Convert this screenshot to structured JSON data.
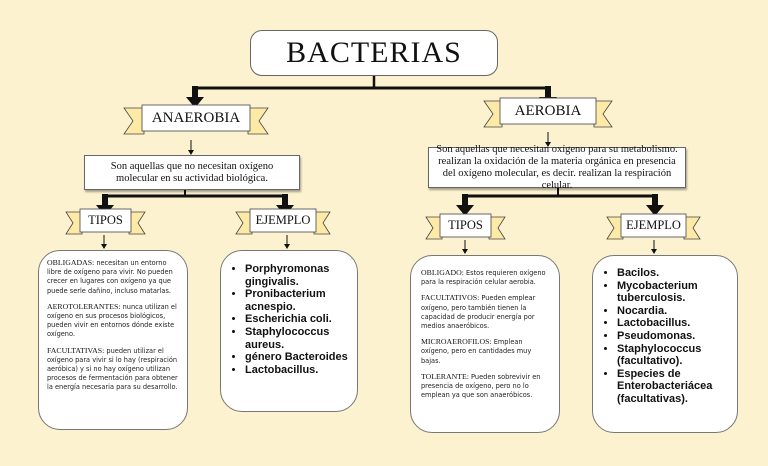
{
  "title": "BACTERIAS",
  "anaerobia": {
    "label": "ANAEROBIA",
    "description": "Son aquellas que no necesitan oxígeno molecular en su actividad biológica.",
    "tipos_label": "TIPOS",
    "ejemplo_label": "EJEMPLO",
    "tipos": [
      {
        "label": "OBLIGADAS:",
        "text": " necesitan un entorno libre de oxígeno para vivir. No pueden crecer en lugares con oxígeno ya que puede serle dañino, incluso matarlas."
      },
      {
        "label": "AEROTOLERANTES:",
        "text": " nunca utilizan el oxígeno en sus procesos biológicos, pueden vivir en entornos dónde existe oxígeno."
      },
      {
        "label": "FACULTATIVAS:",
        "text": " pueden utilizar el oxígeno para vivir si lo hay (respiración aeróbica) y si no hay oxígeno utilizan procesos de fermentación para obtener la energía necesaria para su desarrollo."
      }
    ],
    "ejemplos": [
      "Porphyromonas gingivalis.",
      "Pronibacterium acnespio.",
      "Escherichia coli.",
      "Staphylococcus aureus.",
      "género Bacteroides",
      "Lactobacillus."
    ]
  },
  "aerobia": {
    "label": "AEROBIA",
    "description": "Son aquellas que necesitan oxígeno para su metabolismo. realizan la oxidación de la materia orgánica en presencia del oxígeno molecular, es decir. realizan la respiración celular.",
    "tipos_label": "TIPOS",
    "ejemplo_label": "EJEMPLO",
    "tipos": [
      {
        "label": "OBLIGADO:",
        "text": " Estos requieren oxígeno para la respiración celular aerobia."
      },
      {
        "label": "FACULTATIVOS:",
        "text": " Pueden emplear oxígeno, pero también tienen la capacidad de producir energía por medios anaeróbicos."
      },
      {
        "label": "MICROAEROFILOS:",
        "text": " Emplean oxígeno, pero en cantidades muy bajas."
      },
      {
        "label": "TOLERANTE:",
        "text": " Pueden sobrevivir en presencia de oxígeno, pero no lo emplean ya que son anaeróbicos."
      }
    ],
    "ejemplos": [
      "Bacilos.",
      "Mycobacterium tuberculosis.",
      "Nocardia.",
      "Lactobacillus.",
      "Pseudomonas.",
      "Staphylococcus (facultativo).",
      "Especies de Enterobacteriácea (facultativas)."
    ]
  }
}
